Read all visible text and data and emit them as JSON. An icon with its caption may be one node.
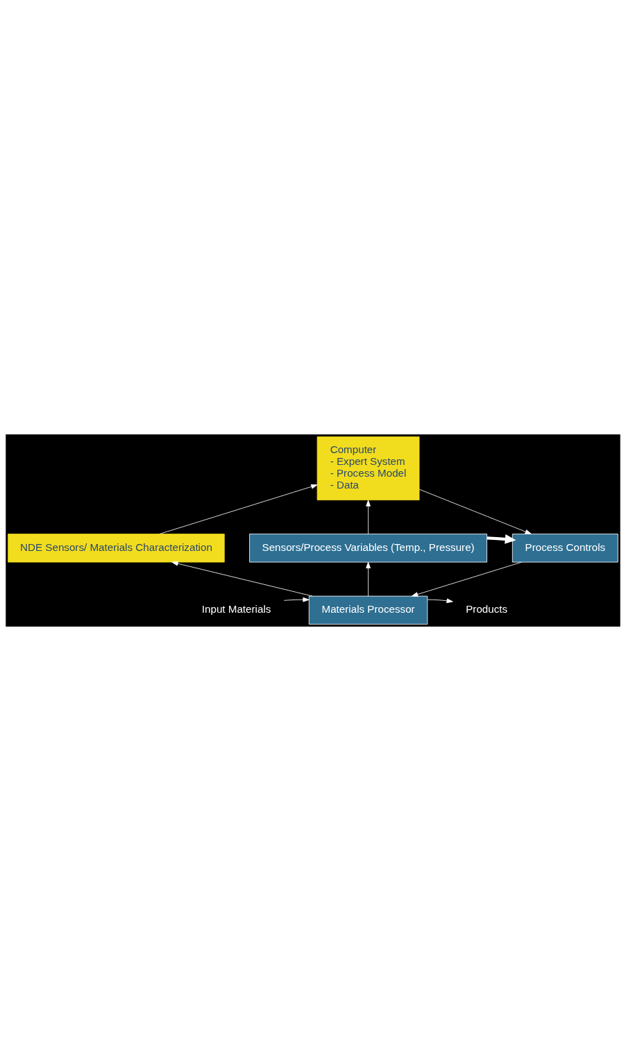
{
  "diagram": {
    "nodes": [
      {
        "text": [
          "Computer",
          "- Expert System",
          "- Process Model",
          "- Data"
        ]
      },
      {
        "text": [
          "NDE Sensors/ Materials Characterization"
        ]
      },
      {
        "text": [
          "Sensors/Process Variables (Temp., Pressure)"
        ]
      },
      {
        "text": [
          "Process Controls"
        ]
      },
      {
        "text": [
          "Materials Processor"
        ]
      },
      {
        "text": [
          "Input Materials"
        ]
      },
      {
        "text": [
          "Products"
        ]
      }
    ],
    "edges": [
      {
        "from": 5,
        "to": 4,
        "arrow": "to"
      },
      {
        "from": 4,
        "to": 1,
        "arrow": "to"
      },
      {
        "from": 4,
        "to": 2,
        "arrow": "to"
      },
      {
        "from": 1,
        "to": 0,
        "arrow": "to"
      },
      {
        "from": 2,
        "to": 0,
        "arrow": "to"
      },
      {
        "from": 0,
        "to": 3,
        "arrow": "to"
      },
      {
        "from": 2,
        "to": 3,
        "arrow": "to",
        "style": "thick"
      },
      {
        "from": 3,
        "to": 4,
        "arrow": "to"
      },
      {
        "from": 4,
        "to": 6,
        "arrow": "to"
      }
    ]
  }
}
